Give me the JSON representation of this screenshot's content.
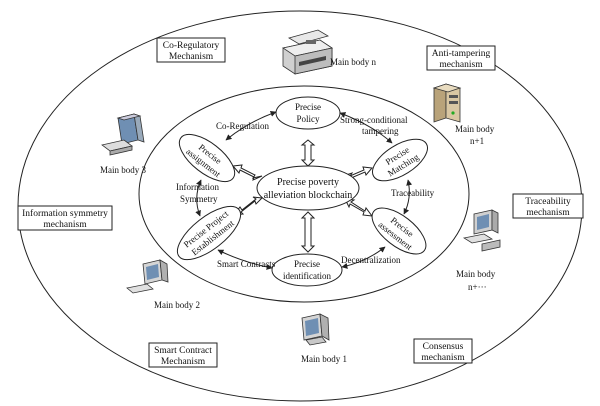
{
  "center": {
    "line1": "Precise poverty",
    "line2": "alleviation blockchain"
  },
  "nodes": {
    "policy": [
      "Precise",
      "Policy"
    ],
    "matching": [
      "Precise",
      "Matching"
    ],
    "assessment": [
      "Precise",
      "assessment"
    ],
    "identification": [
      "Precise",
      "identification"
    ],
    "establishment": [
      "Precise Project",
      "Establishment"
    ],
    "assignment": [
      "Precise",
      "assignment"
    ]
  },
  "edge_labels": {
    "co_regulation": "Co-Regulation",
    "strong_conditional": [
      "Strong-conditional",
      "tampering"
    ],
    "traceability": "Traceability",
    "decentralization": "Decentralization",
    "smart_contracts": "Smart Contracts",
    "information_symmetry": [
      "Information",
      "Symmetry"
    ]
  },
  "mechanisms": {
    "co_regulatory": [
      "Co-Regulatory",
      "Mechanism"
    ],
    "anti_tampering": [
      "Anti-tampering",
      "mechanism"
    ],
    "traceability": [
      "Traceability",
      "mechanism"
    ],
    "consensus": [
      "Consensus",
      "mechanism"
    ],
    "smart_contract": [
      "Smart Contract",
      "Mechanism"
    ],
    "information_symmetry": [
      "Information symmetry",
      "mechanism"
    ]
  },
  "main_bodies": {
    "n": [
      "Main body n"
    ],
    "n_plus_1": [
      "Main body",
      "n+1"
    ],
    "n_plus_more": [
      "Main body",
      "n+···"
    ],
    "one": [
      "Main body 1"
    ],
    "two": [
      "Main body 2"
    ],
    "three": [
      "Main body 3"
    ]
  },
  "icons": {
    "printer": "printer-icon",
    "server": "server-tower-icon",
    "desktop": "desktop-computer-icon",
    "crt": "crt-monitor-icon",
    "workstation": "workstation-computer-icon"
  },
  "colors": {
    "stroke": "#222222",
    "background": "#ffffff",
    "device_body": "#cfcfcf",
    "device_screen": "#6f8fb3",
    "server_body": "#d9c7a3"
  }
}
